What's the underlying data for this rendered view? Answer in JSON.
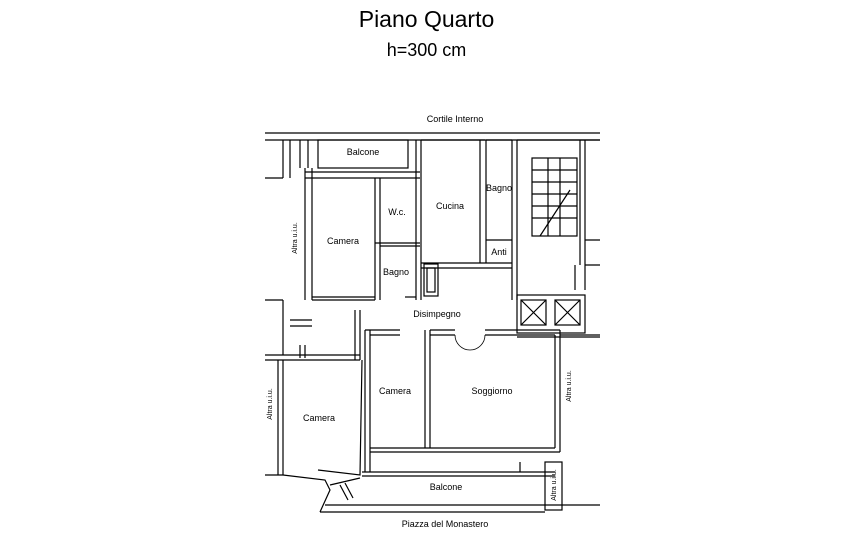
{
  "header": {
    "title": "Piano Quarto",
    "subtitle": "h=300 cm"
  },
  "street": {
    "top": "Cortile Interno",
    "bottom": "Piazza del Monastero"
  },
  "rooms": {
    "balcone_top": "Balcone",
    "wc": "W.c.",
    "cucina": "Cucina",
    "bagno_right": "Bagno",
    "camera_top": "Camera",
    "bagno_mid": "Bagno",
    "anti": "Anti",
    "disimpegno": "Disimpegno",
    "camera_mid": "Camera",
    "soggiorno": "Soggiorno",
    "camera_left": "Camera",
    "balcone_bottom": "Balcone"
  },
  "neighbors": {
    "left_top": "Altra u.i.u.",
    "left_bottom": "Altra u.i.u.",
    "right_mid": "Altra u.i.u.",
    "right_bottom": "Altra u.i.u."
  }
}
